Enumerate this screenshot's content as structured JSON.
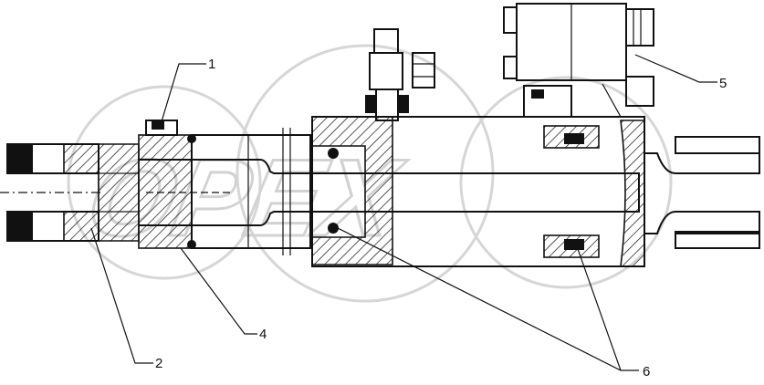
{
  "watermark": {
    "text": "OPEX"
  },
  "callouts": [
    {
      "id": "1",
      "label": "1"
    },
    {
      "id": "2",
      "label": "2"
    },
    {
      "id": "4",
      "label": "4"
    },
    {
      "id": "5",
      "label": "5"
    },
    {
      "id": "6",
      "label": "6"
    }
  ]
}
